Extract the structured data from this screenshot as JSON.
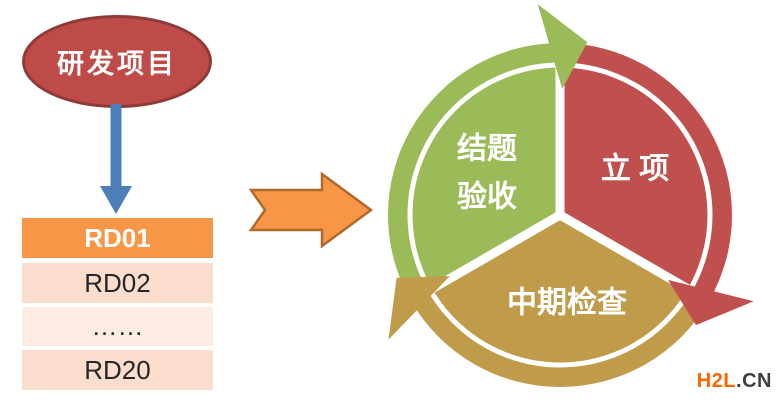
{
  "flowchart": {
    "ellipse_label": "研发项目",
    "table": {
      "rows": [
        {
          "label": "RD01",
          "highlighted": true
        },
        {
          "label": "RD02",
          "highlighted": false
        },
        {
          "label": "……",
          "highlighted": false
        },
        {
          "label": "RD20",
          "highlighted": false
        }
      ]
    }
  },
  "cycle": {
    "segment_right": {
      "label": "立 项"
    },
    "segment_bottom": {
      "label": "中期检查"
    },
    "segment_left": {
      "line1": "结题",
      "line2": "验收"
    },
    "direction": "clockwise"
  },
  "watermark": {
    "brand": "H2L",
    "tld": ".CN"
  },
  "colors": {
    "ellipse_fill": "#BE4B48",
    "ellipse_border": "#8E3A38",
    "arrow_blue": "#4C7FBA",
    "arrow_orange": "#F79646",
    "arrow_orange_border": "#AD6A2B",
    "row_highlight": "#F79646",
    "row_peach": "#FBDDCD",
    "row_peach_light": "#FDECE3",
    "green": "#9BBB59",
    "red": "#C0504D",
    "gold": "#BF9B4A",
    "brand_orange": "#FF6600",
    "brand_gray": "#3F3F3F"
  }
}
